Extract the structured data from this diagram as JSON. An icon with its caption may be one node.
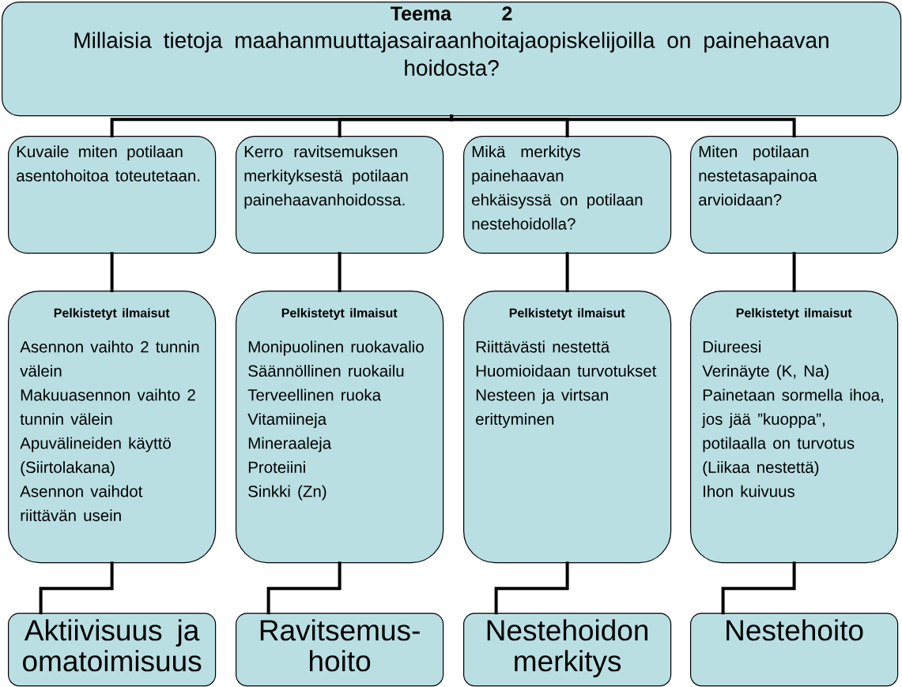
{
  "diagram": {
    "nodes": [
      {
        "text": [
          "Teema 2",
          "Millaisia tietoja maahanmuuttajasairaanhoitajaopiskelijoilla on painehaavan hoidosta?"
        ]
      },
      {
        "text": [
          "Kuvaile miten potilaan asentohoitoa toteutetaan."
        ]
      },
      {
        "text": [
          "Kerro ravitsemuksen merkityksestä potilaan painehaavanhoidossa."
        ]
      },
      {
        "text": [
          "Mikä merkitys painehaavan ehkäisyssä on potilaan nestehoidolla?"
        ]
      },
      {
        "text": [
          "Miten potilaan nestetasapainoa arvioidaan?"
        ]
      },
      {
        "text": [
          "Pelkistetyt ilmaisut",
          "Asennon vaihto 2 tunnin välein",
          "Makuuasennon vaihto 2 tunnin välein",
          "Apuvälineiden käyttö (Siirtolakana)",
          "Asennon vaihdot riittävän usein"
        ]
      },
      {
        "text": [
          "Pelkistetyt ilmaisut",
          "Monipuolinen ruokavalio",
          "Säännöllinen ruokailu",
          "Terveellinen ruoka",
          "Vitamiineja",
          "Mineraaleja",
          "Proteiini",
          "Sinkki (Zn)"
        ]
      },
      {
        "text": [
          "Pelkistetyt ilmaisut",
          "Riittävästi nestettä",
          "Huomioidaan turvotukset",
          "Nesteen ja virtsan erittyminen"
        ]
      },
      {
        "text": [
          "Pelkistetyt ilmaisut",
          "Diureesi",
          "Verinäyte (K, Na)",
          "Painetaan sormella ihoa, jos jää ”kuoppa”, potilaalla on turvotus (Liikaa nestettä)",
          "Ihon kuivuus"
        ]
      },
      {
        "text": [
          "Aktiivisuus ja omatoimisuus"
        ]
      },
      {
        "text": [
          "Ravitsemus-hoito"
        ]
      },
      {
        "text": [
          "Nestehoidon merkitys"
        ]
      },
      {
        "text": [
          "Nestehoito"
        ]
      }
    ],
    "edges": [
      {
        "from": 0,
        "to": 1,
        "arrow": "none"
      },
      {
        "from": 0,
        "to": 2,
        "arrow": "none"
      },
      {
        "from": 0,
        "to": 3,
        "arrow": "none"
      },
      {
        "from": 0,
        "to": 4,
        "arrow": "none"
      },
      {
        "from": 1,
        "to": 5,
        "arrow": "none"
      },
      {
        "from": 2,
        "to": 6,
        "arrow": "none"
      },
      {
        "from": 3,
        "to": 7,
        "arrow": "none"
      },
      {
        "from": 4,
        "to": 8,
        "arrow": "none"
      },
      {
        "from": 5,
        "to": 9,
        "arrow": "none"
      },
      {
        "from": 6,
        "to": 10,
        "arrow": "none"
      },
      {
        "from": 7,
        "to": 11,
        "arrow": "none"
      },
      {
        "from": 8,
        "to": 12,
        "arrow": "none"
      }
    ]
  }
}
